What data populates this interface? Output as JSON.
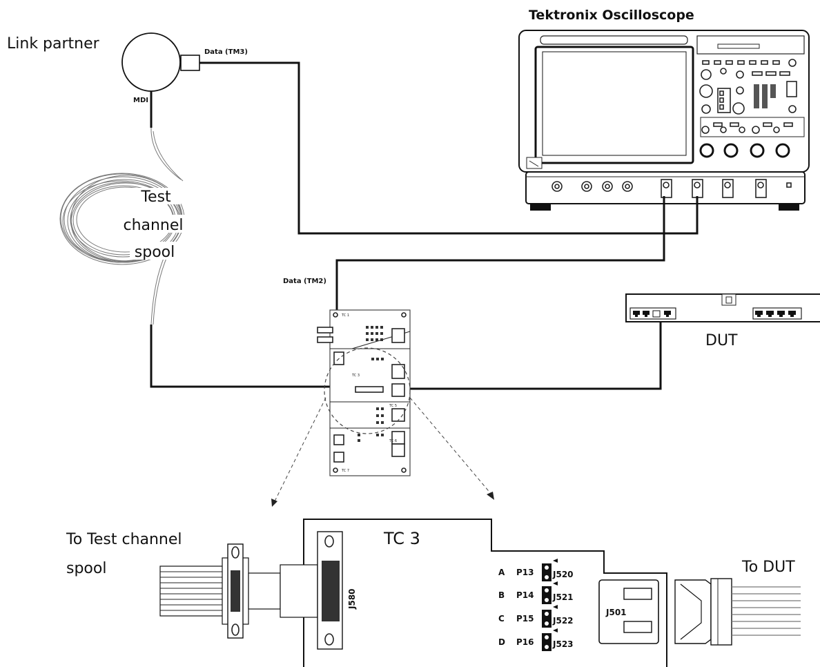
{
  "oscilloscope": {
    "title": "Tektronix Oscilloscope"
  },
  "link_partner": {
    "label": "Link partner",
    "data_port": "Data (TM3)",
    "mdi_port": "MDI"
  },
  "spool": {
    "line1": "Test",
    "line2": "channel",
    "line3": "spool"
  },
  "fixture": {
    "data_label": "Data (TM2)",
    "silkscreen": [
      "TC 1",
      "TC 3",
      "TC 5",
      "TC 6",
      "TC 7"
    ]
  },
  "dut": {
    "label": "DUT"
  },
  "detail": {
    "to_spool_line1": "To Test channel",
    "to_spool_line2": "spool",
    "board_title": "TC 3",
    "connector_left": "J580",
    "connector_right": "J501",
    "to_dut": "To DUT",
    "pins": [
      {
        "row": "A",
        "probe": "P13",
        "jumper": "J520"
      },
      {
        "row": "B",
        "probe": "P14",
        "jumper": "J521"
      },
      {
        "row": "C",
        "probe": "P15",
        "jumper": "J522"
      },
      {
        "row": "D",
        "probe": "P16",
        "jumper": "J523"
      }
    ]
  }
}
